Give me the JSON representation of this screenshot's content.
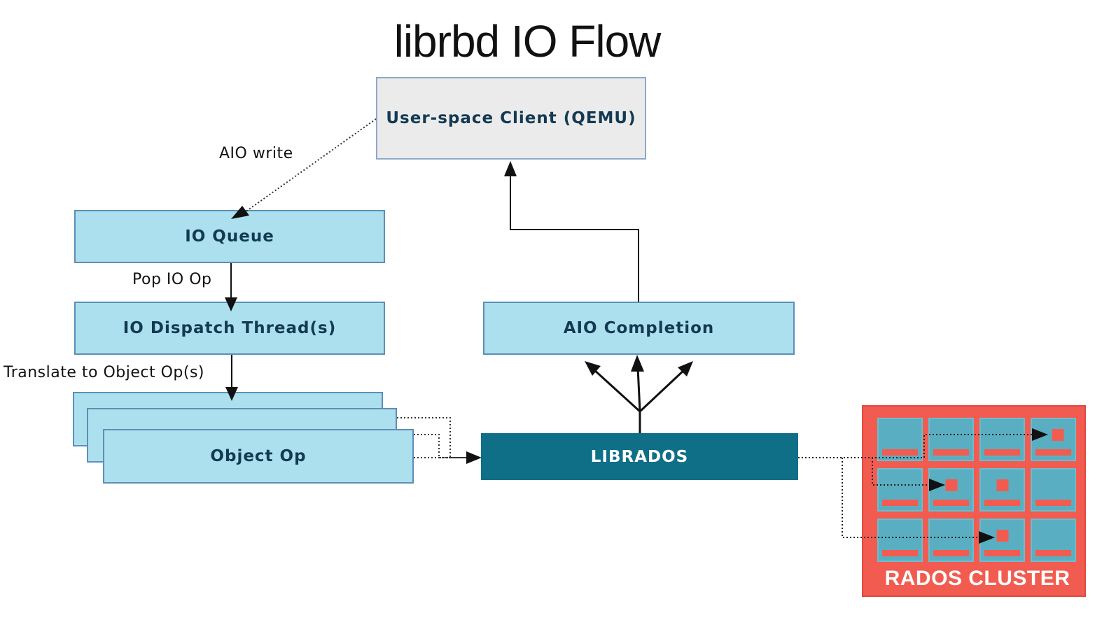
{
  "title": "librbd IO Flow",
  "nodes": {
    "client": "User-space Client (QEMU)",
    "io_queue": "IO Queue",
    "dispatch": "IO Dispatch Thread(s)",
    "object_op": "Object Op",
    "aio_completion": "AIO Completion",
    "librados": "LIBRADOS",
    "rados_cluster": "RADOS CLUSTER"
  },
  "edges": {
    "aio_write": "AIO write",
    "pop_io_op": "Pop IO Op",
    "translate": "Translate to Object Op(s)"
  },
  "colors": {
    "light_box": "#ade0ee",
    "client_box": "#ebebeb",
    "librados_box": "#0f6f87",
    "rados_bg": "#f25c50",
    "rados_cell": "#5aaec2"
  }
}
